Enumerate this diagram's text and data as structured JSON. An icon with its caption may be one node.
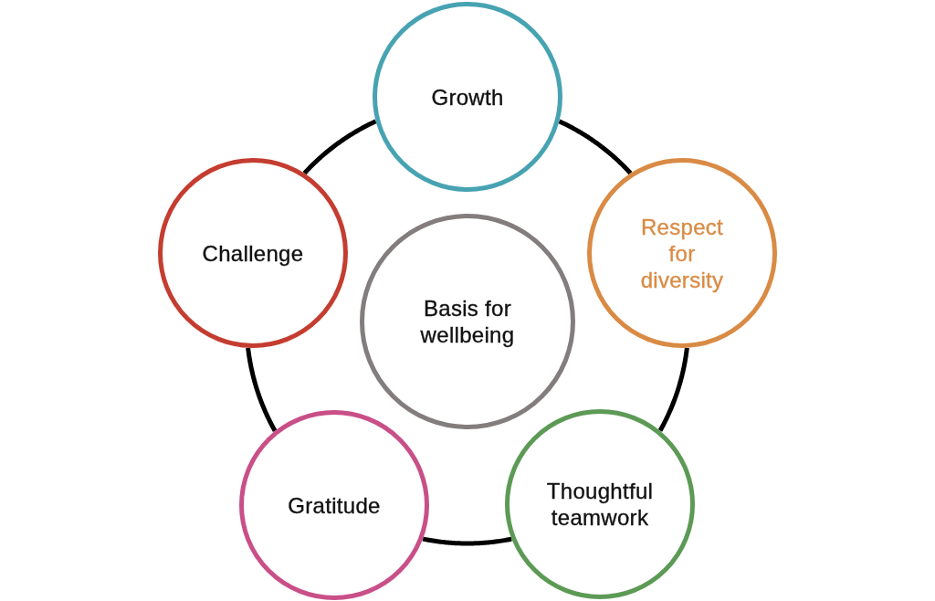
{
  "diagram": {
    "nodes": [
      {
        "text": [
          "Growth"
        ]
      },
      {
        "text": [
          "Challenge"
        ]
      },
      {
        "text": [
          "Respect for diversity"
        ]
      },
      {
        "text": [
          "Basis for wellbeing"
        ]
      },
      {
        "text": [
          "Gratitude"
        ]
      },
      {
        "text": [
          "Thoughtful teamwork"
        ]
      }
    ],
    "edges": [
      {
        "from": 0,
        "to": 2,
        "arrow": "none"
      },
      {
        "from": 2,
        "to": 5,
        "arrow": "none"
      },
      {
        "from": 5,
        "to": 4,
        "arrow": "none"
      },
      {
        "from": 4,
        "to": 1,
        "arrow": "none"
      },
      {
        "from": 1,
        "to": 0,
        "arrow": "none"
      }
    ]
  }
}
